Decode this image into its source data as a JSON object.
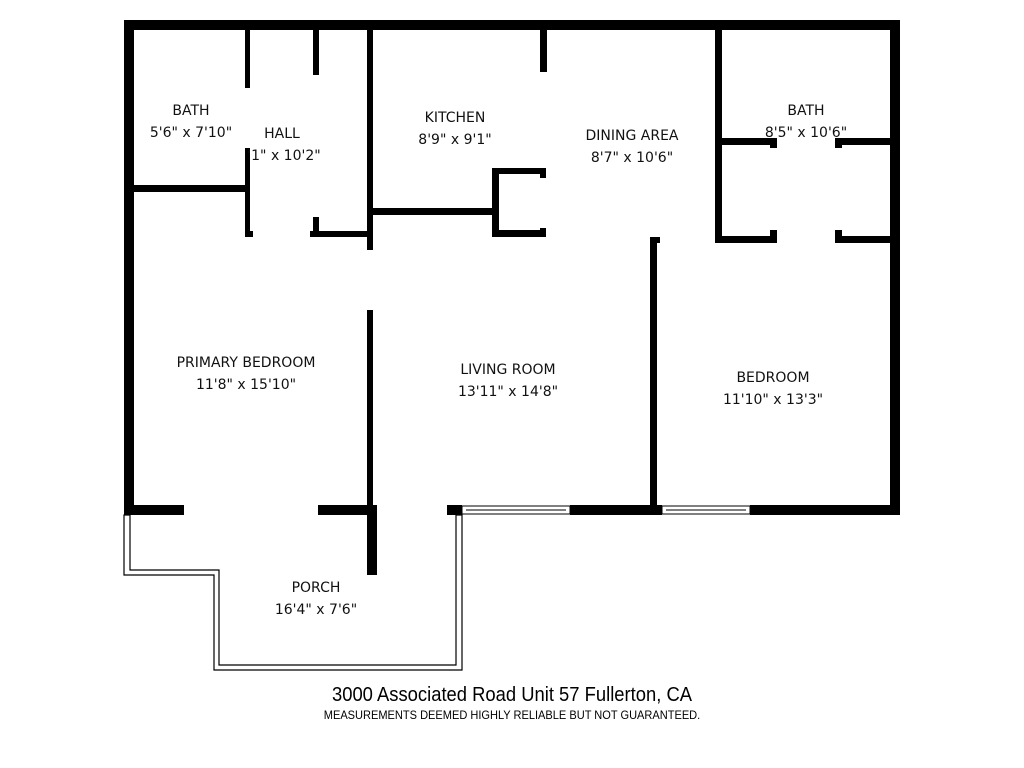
{
  "rooms": [
    {
      "name": "BATH",
      "size": "5'6\" x 7'10\""
    },
    {
      "name": "HALL",
      "size": "'1\" x 10'2\""
    },
    {
      "name": "KITCHEN",
      "size": "8'9\" x 9'1\""
    },
    {
      "name": "DINING AREA",
      "size": "8'7\" x 10'6\""
    },
    {
      "name": "BATH",
      "size": "8'5\" x 10'6\""
    },
    {
      "name": "PRIMARY BEDROOM",
      "size": "11'8\" x 15'10\""
    },
    {
      "name": "LIVING ROOM",
      "size": "13'11\" x 14'8\""
    },
    {
      "name": "BEDROOM",
      "size": "11'10\" x 13'3\""
    },
    {
      "name": "PORCH",
      "size": "16'4\" x 7'6\""
    }
  ],
  "footer": {
    "address": "3000 Associated Road Unit 57 Fullerton, CA",
    "disclaimer": "MEASUREMENTS DEEMED HIGHLY RELIABLE BUT NOT GUARANTEED."
  }
}
